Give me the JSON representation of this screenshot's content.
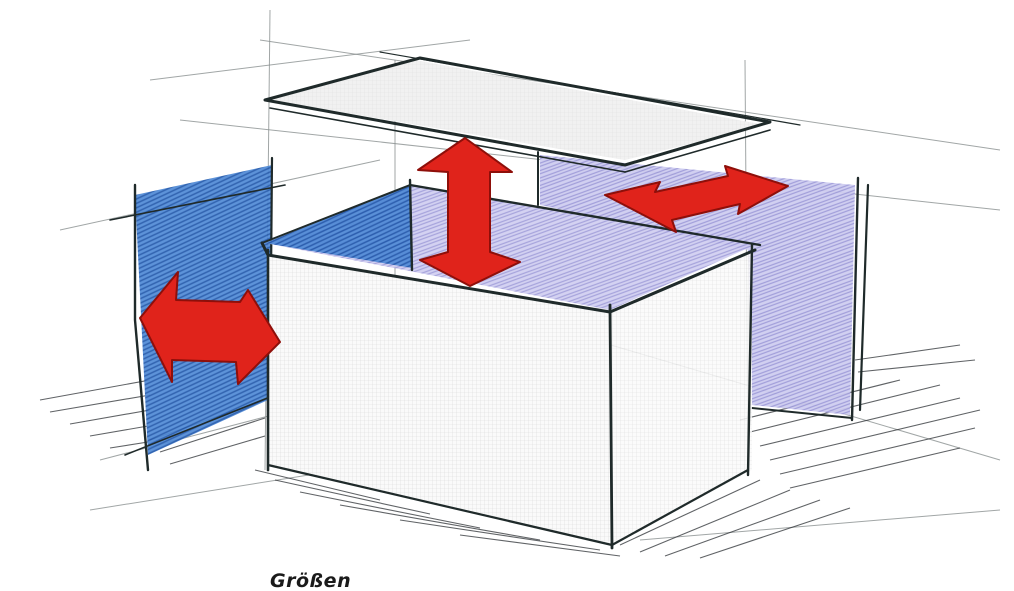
{
  "caption": "Größen",
  "colors": {
    "ink": "#1f2a2a",
    "arrow_red": "#e0231b",
    "panel_blue": "#2f6fc4",
    "panel_lavender": "#b9b8e6",
    "lid_gray": "#e6e6e6",
    "box_white": "#f7f7f7"
  },
  "icons": [
    "double-arrow-horizontal",
    "double-arrow-vertical",
    "double-arrow-diagonal"
  ]
}
